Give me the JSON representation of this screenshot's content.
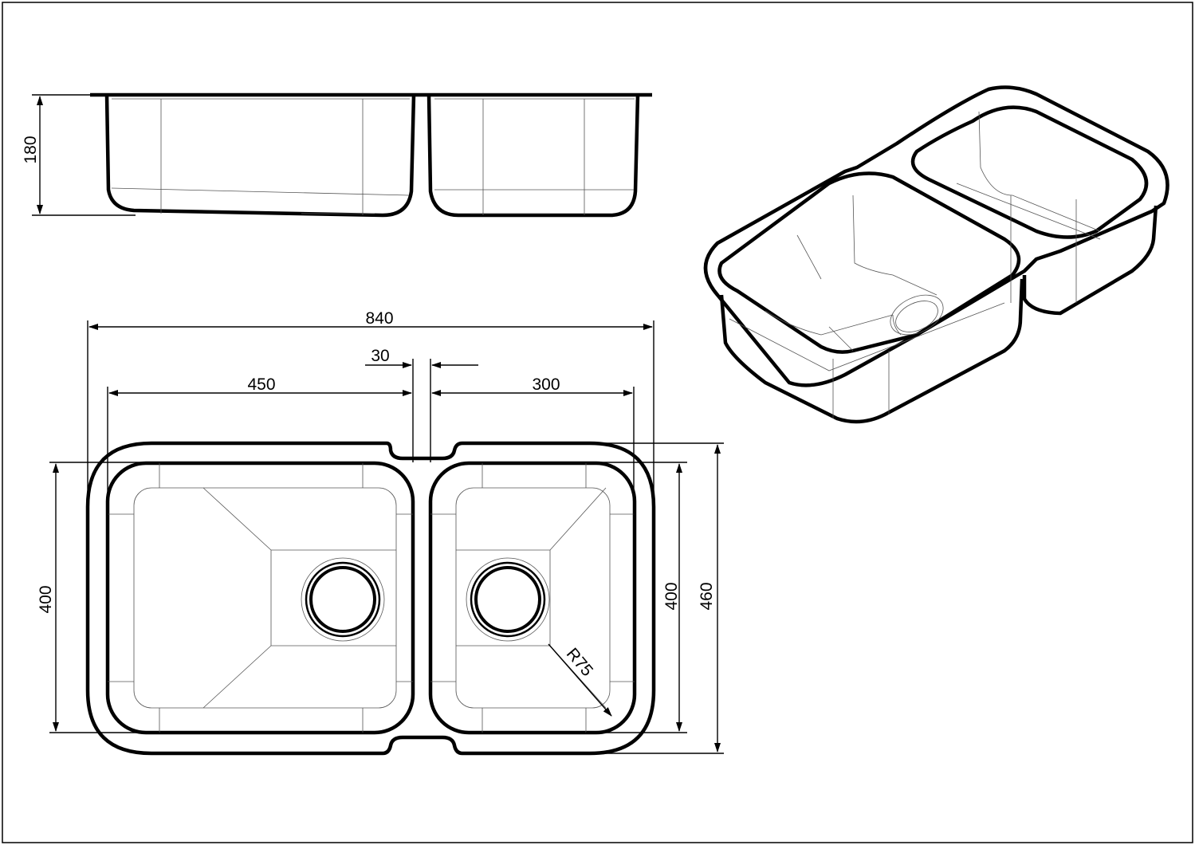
{
  "dimensions": {
    "depth": "180",
    "overall_width": "840",
    "divider_gap": "30",
    "left_bowl_width": "450",
    "right_bowl_width": "300",
    "left_bowl_length": "400",
    "right_bowl_length": "400",
    "overall_length": "460",
    "corner_radius": "R75"
  },
  "colors": {
    "line": "#000000",
    "background": "#ffffff"
  }
}
